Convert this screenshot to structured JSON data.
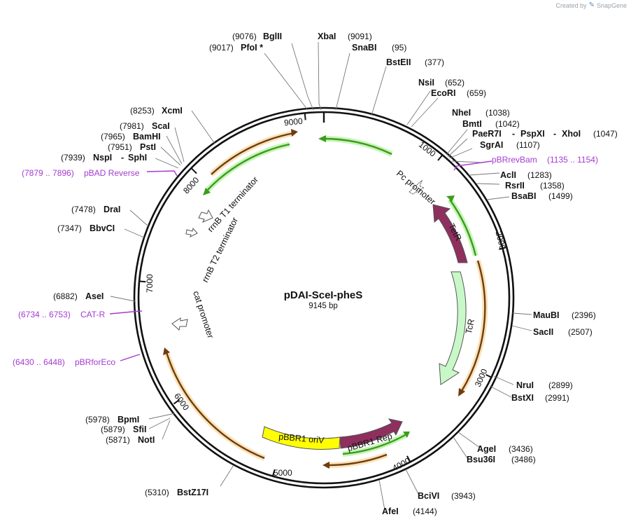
{
  "credit": {
    "prefix": "Created by",
    "brand": "SnapGene"
  },
  "plasmid": {
    "name": "pDAI-SceI-pheS",
    "size_label": "9145 bp",
    "length": 9145
  },
  "colors": {
    "primer": "#a43bd0",
    "backbone": "#111111",
    "tcr": "#c9f8c8",
    "ori": "#ffff00",
    "rep": "#8e2f5e",
    "teR": "#8e2f5e",
    "orange": "#e79a1f",
    "green": "#3c9c1c"
  },
  "ticks": [
    {
      "bp": 1000,
      "label": "1000"
    },
    {
      "bp": 2000,
      "label": "2000"
    },
    {
      "bp": 3000,
      "label": "3000"
    },
    {
      "bp": 4000,
      "label": "4000"
    },
    {
      "bp": 5000,
      "label": "5000"
    },
    {
      "bp": 6000,
      "label": "6000"
    },
    {
      "bp": 7000,
      "label": "7000"
    },
    {
      "bp": 8000,
      "label": "8000"
    },
    {
      "bp": 9000,
      "label": "9000"
    }
  ],
  "sites": [
    {
      "name": "BglII",
      "pos": "(9076)"
    },
    {
      "name": "XbaI",
      "pos": "(9091)"
    },
    {
      "name": "PfoI *",
      "pos": "(9017)"
    },
    {
      "name": "SnaBI",
      "pos": "(95)"
    },
    {
      "name": "BstEII",
      "pos": "(377)"
    },
    {
      "name": "NsiI",
      "pos": "(652)"
    },
    {
      "name": "EcoRI",
      "pos": "(659)"
    },
    {
      "name": "NheI",
      "pos": "(1038)"
    },
    {
      "name": "BmtI",
      "pos": "(1042)"
    },
    {
      "name": "PaeR7I",
      "name2": "PspXI",
      "name3": "XhoI",
      "pos": "(1047)"
    },
    {
      "name": "SgrAI",
      "pos": "(1107)"
    },
    {
      "name": "AclI",
      "pos": "(1283)"
    },
    {
      "name": "RsrII",
      "pos": "(1358)"
    },
    {
      "name": "BsaBI",
      "pos": "(1499)"
    },
    {
      "name": "MauBI",
      "pos": "(2396)"
    },
    {
      "name": "SacII",
      "pos": "(2507)"
    },
    {
      "name": "NruI",
      "pos": "(2899)"
    },
    {
      "name": "BstXI",
      "pos": "(2991)"
    },
    {
      "name": "AgeI",
      "pos": "(3436)"
    },
    {
      "name": "Bsu36I",
      "pos": "(3486)"
    },
    {
      "name": "BciVI",
      "pos": "(3943)"
    },
    {
      "name": "AfeI",
      "pos": "(4144)"
    },
    {
      "name": "BstZ17I",
      "pos": "(5310)"
    },
    {
      "name": "BpmI",
      "pos": "(5978)"
    },
    {
      "name": "SfiI",
      "pos": "(5879)"
    },
    {
      "name": "NotI",
      "pos": "(5871)"
    },
    {
      "name": "AseI",
      "pos": "(6882)"
    },
    {
      "name": "BbvCI",
      "pos": "(7347)"
    },
    {
      "name": "DraI",
      "pos": "(7478)"
    },
    {
      "name": "XcmI",
      "pos": "(8253)"
    },
    {
      "name": "ScaI",
      "pos": "(7981)"
    },
    {
      "name": "BamHI",
      "pos": "(7965)"
    },
    {
      "name": "PstI",
      "pos": "(7951)"
    },
    {
      "name": "NspI",
      "name2": "SphI",
      "pos": "(7939)"
    }
  ],
  "primers": [
    {
      "name": "pBRrevBam",
      "range": "(1135 .. 1154)"
    },
    {
      "name": "pBAD Reverse",
      "range": "(7879 .. 7896)"
    },
    {
      "name": "CAT-R",
      "range": "(6734 .. 6753)"
    },
    {
      "name": "pBRforEco",
      "range": "(6430 .. 6448)"
    }
  ],
  "features": [
    {
      "name": "TcR"
    },
    {
      "name": "TetR"
    },
    {
      "name": "pBBR1 oriV"
    },
    {
      "name": "pBBR1 Rep"
    },
    {
      "name": "Pc promoter"
    },
    {
      "name": "rrnB T1 terminator"
    },
    {
      "name": "rrnB T2 terminator"
    },
    {
      "name": "cat promoter"
    }
  ]
}
